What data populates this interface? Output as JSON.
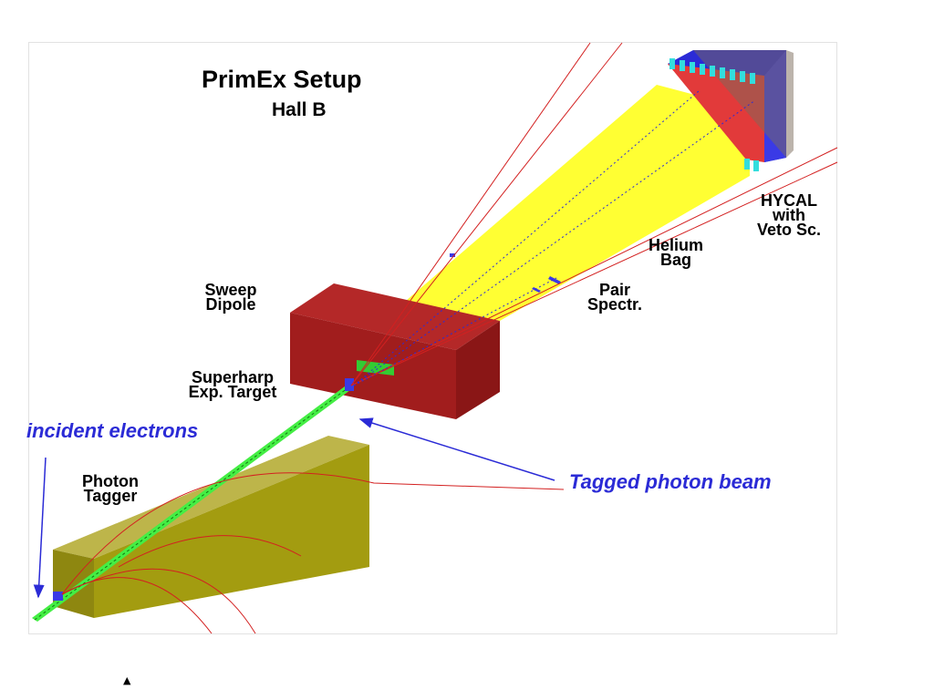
{
  "diagram": {
    "title": "PrimEx Setup",
    "subtitle": "Hall B",
    "labels": {
      "hycal": [
        "HYCAL",
        "with",
        "Veto Sc."
      ],
      "helium_bag": [
        "Helium",
        "Bag"
      ],
      "pair_spectrometer": [
        "Pair",
        "Spectr."
      ],
      "sweep_dipole": [
        "Sweep",
        "Dipole"
      ],
      "superharp_target": [
        "Superharp",
        "Exp. Target"
      ],
      "photon_tagger": [
        "Photon",
        "Tagger"
      ]
    },
    "annotations": {
      "incident_electrons": "incident electrons",
      "tagged_photon_beam": "Tagged photon beam"
    },
    "marker_glyph": "▲",
    "colors": {
      "helium_bag": "#ffff33",
      "sweep_dipole": "#a11d1d",
      "photon_tagger": "#a39c10",
      "beamline": "#44ee44",
      "hycal_red": "#e23a3a",
      "hycal_blue": "#3a3ae6",
      "hycal_cyan": "#33dddd",
      "trajectories": "#d32020",
      "annotation_blue": "#2b2bd6"
    }
  }
}
